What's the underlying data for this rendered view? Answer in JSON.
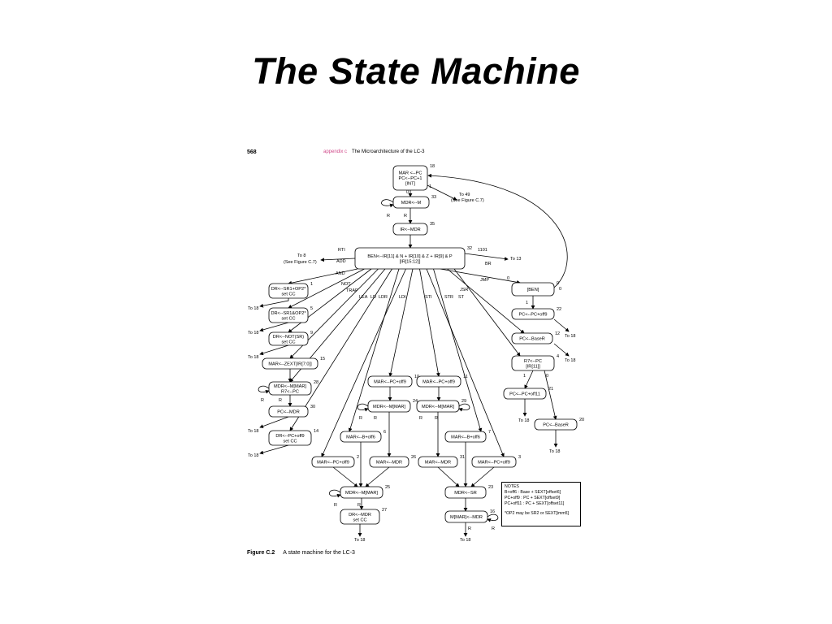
{
  "slide": {
    "title": "The State Machine"
  },
  "figure": {
    "page_number": "568",
    "header_appendix": "appendix c",
    "header_title": "The Microarchitecture of the LC-3",
    "caption_label": "Figure C.2",
    "caption_text": "A state machine for the LC-3"
  },
  "notes": {
    "title": "NOTES",
    "lines": [
      "B+off6 : Base + SEXT[offset6]",
      "PC+off9 : PC + SEXT[offset9]",
      "PC+off11 : PC + SEXT[offset11]",
      "*OP2 may be SR2 or SEXT[imm5]"
    ]
  },
  "states": [
    {
      "id": "s18",
      "num": "18",
      "lines": [
        "MAR <--PC",
        "PC<--PC+1",
        "[INT]"
      ]
    },
    {
      "id": "s33",
      "num": "33",
      "lines": [
        "MDR<--M"
      ]
    },
    {
      "id": "s35",
      "num": "35",
      "lines": [
        "IR<--MDR"
      ]
    },
    {
      "id": "s32",
      "num": "32",
      "lines": [
        "BEN<--IR[11] & N + IR[10] & Z + IR[9] & P",
        "[IR[15:12]]"
      ]
    },
    {
      "id": "s1",
      "num": "1",
      "lines": [
        "DR<--SR1+OP2*",
        "set CC"
      ]
    },
    {
      "id": "s5",
      "num": "5",
      "lines": [
        "DR<--SR1&OP2*",
        "set CC"
      ]
    },
    {
      "id": "s9",
      "num": "9",
      "lines": [
        "DR<--NOT(SR)",
        "set CC"
      ]
    },
    {
      "id": "s15",
      "num": "15",
      "lines": [
        "MAR<--ZEXT[IR[7:0]]"
      ]
    },
    {
      "id": "s28",
      "num": "28",
      "lines": [
        "MDR<--M[MAR]",
        "R7<--PC"
      ]
    },
    {
      "id": "s30",
      "num": "30",
      "lines": [
        "PC<--MDR"
      ]
    },
    {
      "id": "s14",
      "num": "14",
      "lines": [
        "DR<--PC+off9",
        "set CC"
      ]
    },
    {
      "id": "s10",
      "num": "10",
      "lines": [
        "MAR<--PC+off9"
      ]
    },
    {
      "id": "s11",
      "num": "11",
      "lines": [
        "MAR<--PC+off9"
      ]
    },
    {
      "id": "s24",
      "num": "24",
      "lines": [
        "MDR<--M[MAR]"
      ]
    },
    {
      "id": "s29",
      "num": "29",
      "lines": [
        "MDR<--M[MAR]"
      ]
    },
    {
      "id": "s6",
      "num": "6",
      "lines": [
        "MAR<--B+off6"
      ]
    },
    {
      "id": "s7",
      "num": "7",
      "lines": [
        "MAR<--B+off6"
      ]
    },
    {
      "id": "s2",
      "num": "2",
      "lines": [
        "MAR<--PC+off9"
      ]
    },
    {
      "id": "s26",
      "num": "26",
      "lines": [
        "MAR<--MDR"
      ]
    },
    {
      "id": "s31",
      "num": "31",
      "lines": [
        "MAR<--MDR"
      ]
    },
    {
      "id": "s3",
      "num": "3",
      "lines": [
        "MAR<--PC+off9"
      ]
    },
    {
      "id": "s25",
      "num": "25",
      "lines": [
        "MDR<--M[MAR]"
      ]
    },
    {
      "id": "s23",
      "num": "23",
      "lines": [
        "MDR<--SR"
      ]
    },
    {
      "id": "s27",
      "num": "27",
      "lines": [
        "DR<--MDR",
        "set CC"
      ]
    },
    {
      "id": "s16",
      "num": "16",
      "lines": [
        "M[MAR]<--MDR"
      ]
    },
    {
      "id": "s0",
      "num": "0",
      "lines": [
        "[BEN]"
      ]
    },
    {
      "id": "s22",
      "num": "22",
      "lines": [
        "PC<--PC+off9"
      ]
    },
    {
      "id": "s12",
      "num": "12",
      "lines": [
        "PC<--BaseR"
      ]
    },
    {
      "id": "s4",
      "num": "4",
      "lines": [
        "R7<--PC",
        "[IR[11]]"
      ]
    },
    {
      "id": "s21",
      "num": "21",
      "lines": [
        "PC<--PC+off11"
      ]
    },
    {
      "id": "s20",
      "num": "20",
      "lines": [
        "PC<--BaseR"
      ]
    }
  ],
  "labels": {
    "to49": "To 49",
    "see_c7": "(See Figure C.7)",
    "to8": "To 8",
    "to13": "To 13",
    "to18": "To 18",
    "r": "R",
    "zero": "0",
    "one": "1",
    "op_rti": "RTI",
    "op_add": "ADD",
    "op_and": "AND",
    "op_not": "NOT",
    "op_trap": "TRAP",
    "op_lea": "LEA",
    "op_ld": "LD",
    "op_ldr": "LDR",
    "op_ldi": "LDI",
    "op_sti": "STI",
    "op_str": "STR",
    "op_st": "ST",
    "op_jsr": "JSR",
    "op_jmp": "JMP",
    "op_br": "BR",
    "op_1101": "1101"
  }
}
